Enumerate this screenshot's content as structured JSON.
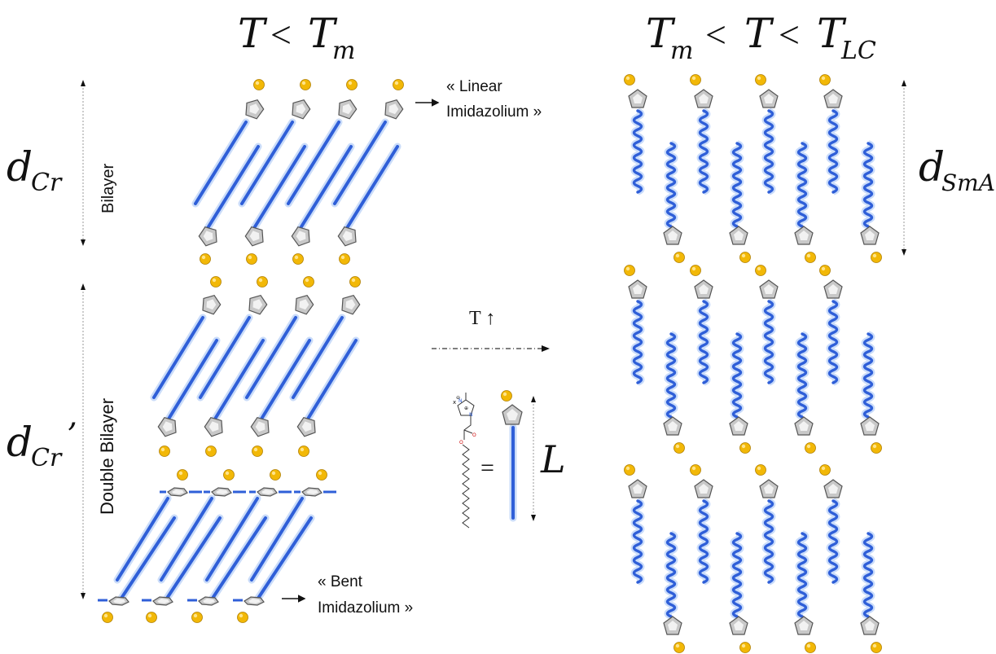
{
  "left_header": {
    "T": "T",
    "lt": "<",
    "Tm_base": "T",
    "Tm_sub": "m"
  },
  "right_header": {
    "Tm_base": "T",
    "Tm_sub": "m",
    "lt1": "<",
    "T": "T",
    "lt2": "<",
    "TLC_base": "T",
    "TLC_sub": "LC"
  },
  "labels": {
    "bilayer": "Bilayer",
    "double_bilayer": "Double Bilayer",
    "linear_line1": "« Linear",
    "linear_line2": "Imidazolium »",
    "bent_line1": "« Bent",
    "bent_line2": "Imidazolium »",
    "temp_up": "T ↑",
    "equals": "=",
    "length": "L"
  },
  "dimensions": {
    "dCr_base": "d",
    "dCr_sub": "Cr",
    "dCr2_base": "d",
    "dCr2_sub": "Cr",
    "dCr2_prime": "’",
    "dSmA_base": "d",
    "dSmA_sub": "SmA"
  },
  "colors": {
    "chain": "#2f5fd8",
    "chain_glow": "#9fc0f5",
    "ring": "#c8c8c8",
    "counterion": "#f2b807"
  }
}
